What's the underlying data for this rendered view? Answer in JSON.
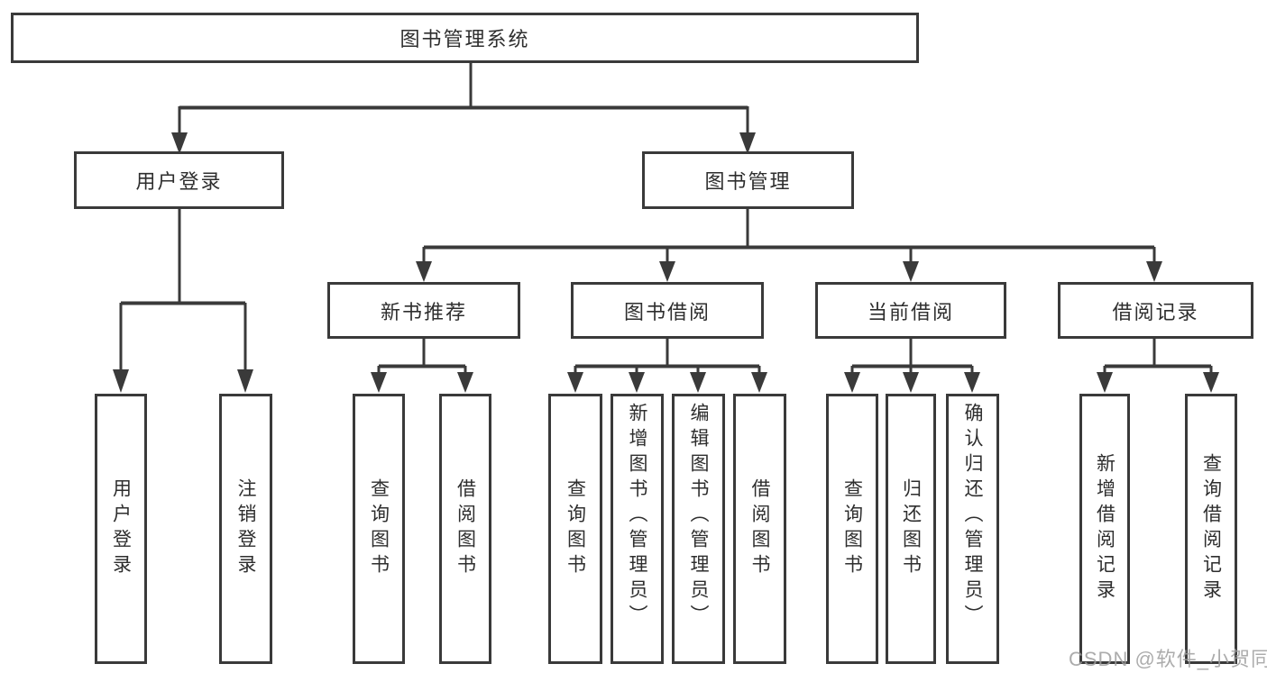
{
  "tree": {
    "label": "图书管理系统",
    "children": [
      {
        "label": "用户登录",
        "children": [
          {
            "label": "用户登录"
          },
          {
            "label": "注销登录"
          }
        ]
      },
      {
        "label": "图书管理",
        "children": [
          {
            "label": "新书推荐",
            "children": [
              {
                "label": "查询图书"
              },
              {
                "label": "借阅图书"
              }
            ]
          },
          {
            "label": "图书借阅",
            "children": [
              {
                "label": "查询图书"
              },
              {
                "label": "新增图书（管理员）"
              },
              {
                "label": "编辑图书（管理员）"
              },
              {
                "label": "借阅图书"
              }
            ]
          },
          {
            "label": "当前借阅",
            "children": [
              {
                "label": "查询图书"
              },
              {
                "label": "归还图书"
              },
              {
                "label": "确认归还（管理员）"
              }
            ]
          },
          {
            "label": "借阅记录",
            "children": [
              {
                "label": "新增借阅记录"
              },
              {
                "label": "查询借阅记录"
              }
            ]
          }
        ]
      }
    ]
  },
  "watermark": {
    "text": "CSDN @软件_小贺同学"
  },
  "colors": {
    "line": "#3a3a3a",
    "text": "#2e2e2e",
    "watermark": "#9e9e9e"
  }
}
